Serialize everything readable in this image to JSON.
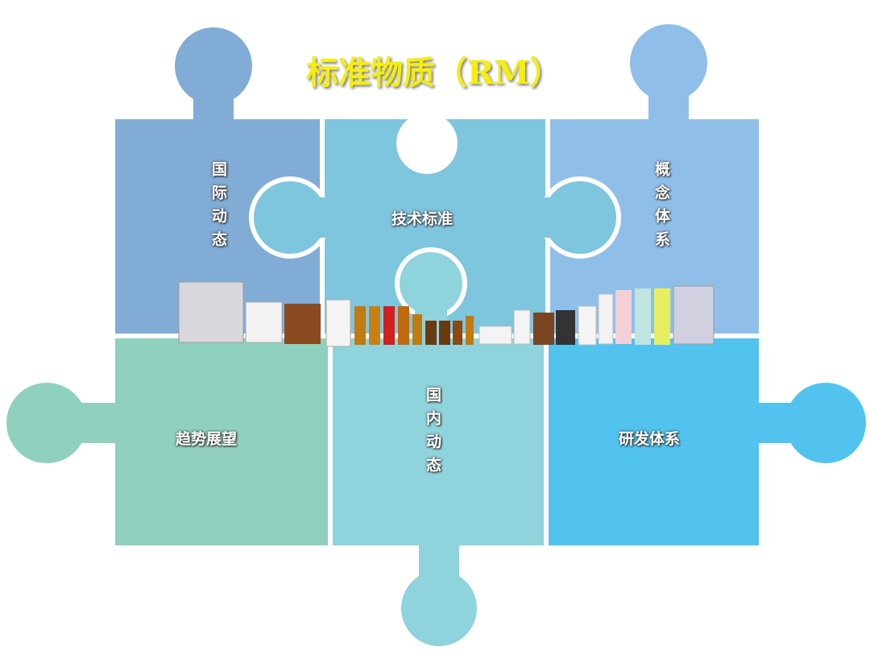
{
  "title": "标准物质（RM）",
  "pieces": {
    "international": "国际动态",
    "technical_standards": "技术标准",
    "concept_system": "概念体系",
    "trend_outlook": "趋势展望",
    "domestic": "国内动态",
    "rd_system": "研发体系"
  },
  "colors": {
    "international": "#80acd6",
    "technical_standards": "#7ec5de",
    "concept_system": "#8fbfe9",
    "trend_outlook": "#8fd0be",
    "domestic": "#8fd3dc",
    "rd_system": "#52c3ef",
    "title": "#f5ee10"
  }
}
